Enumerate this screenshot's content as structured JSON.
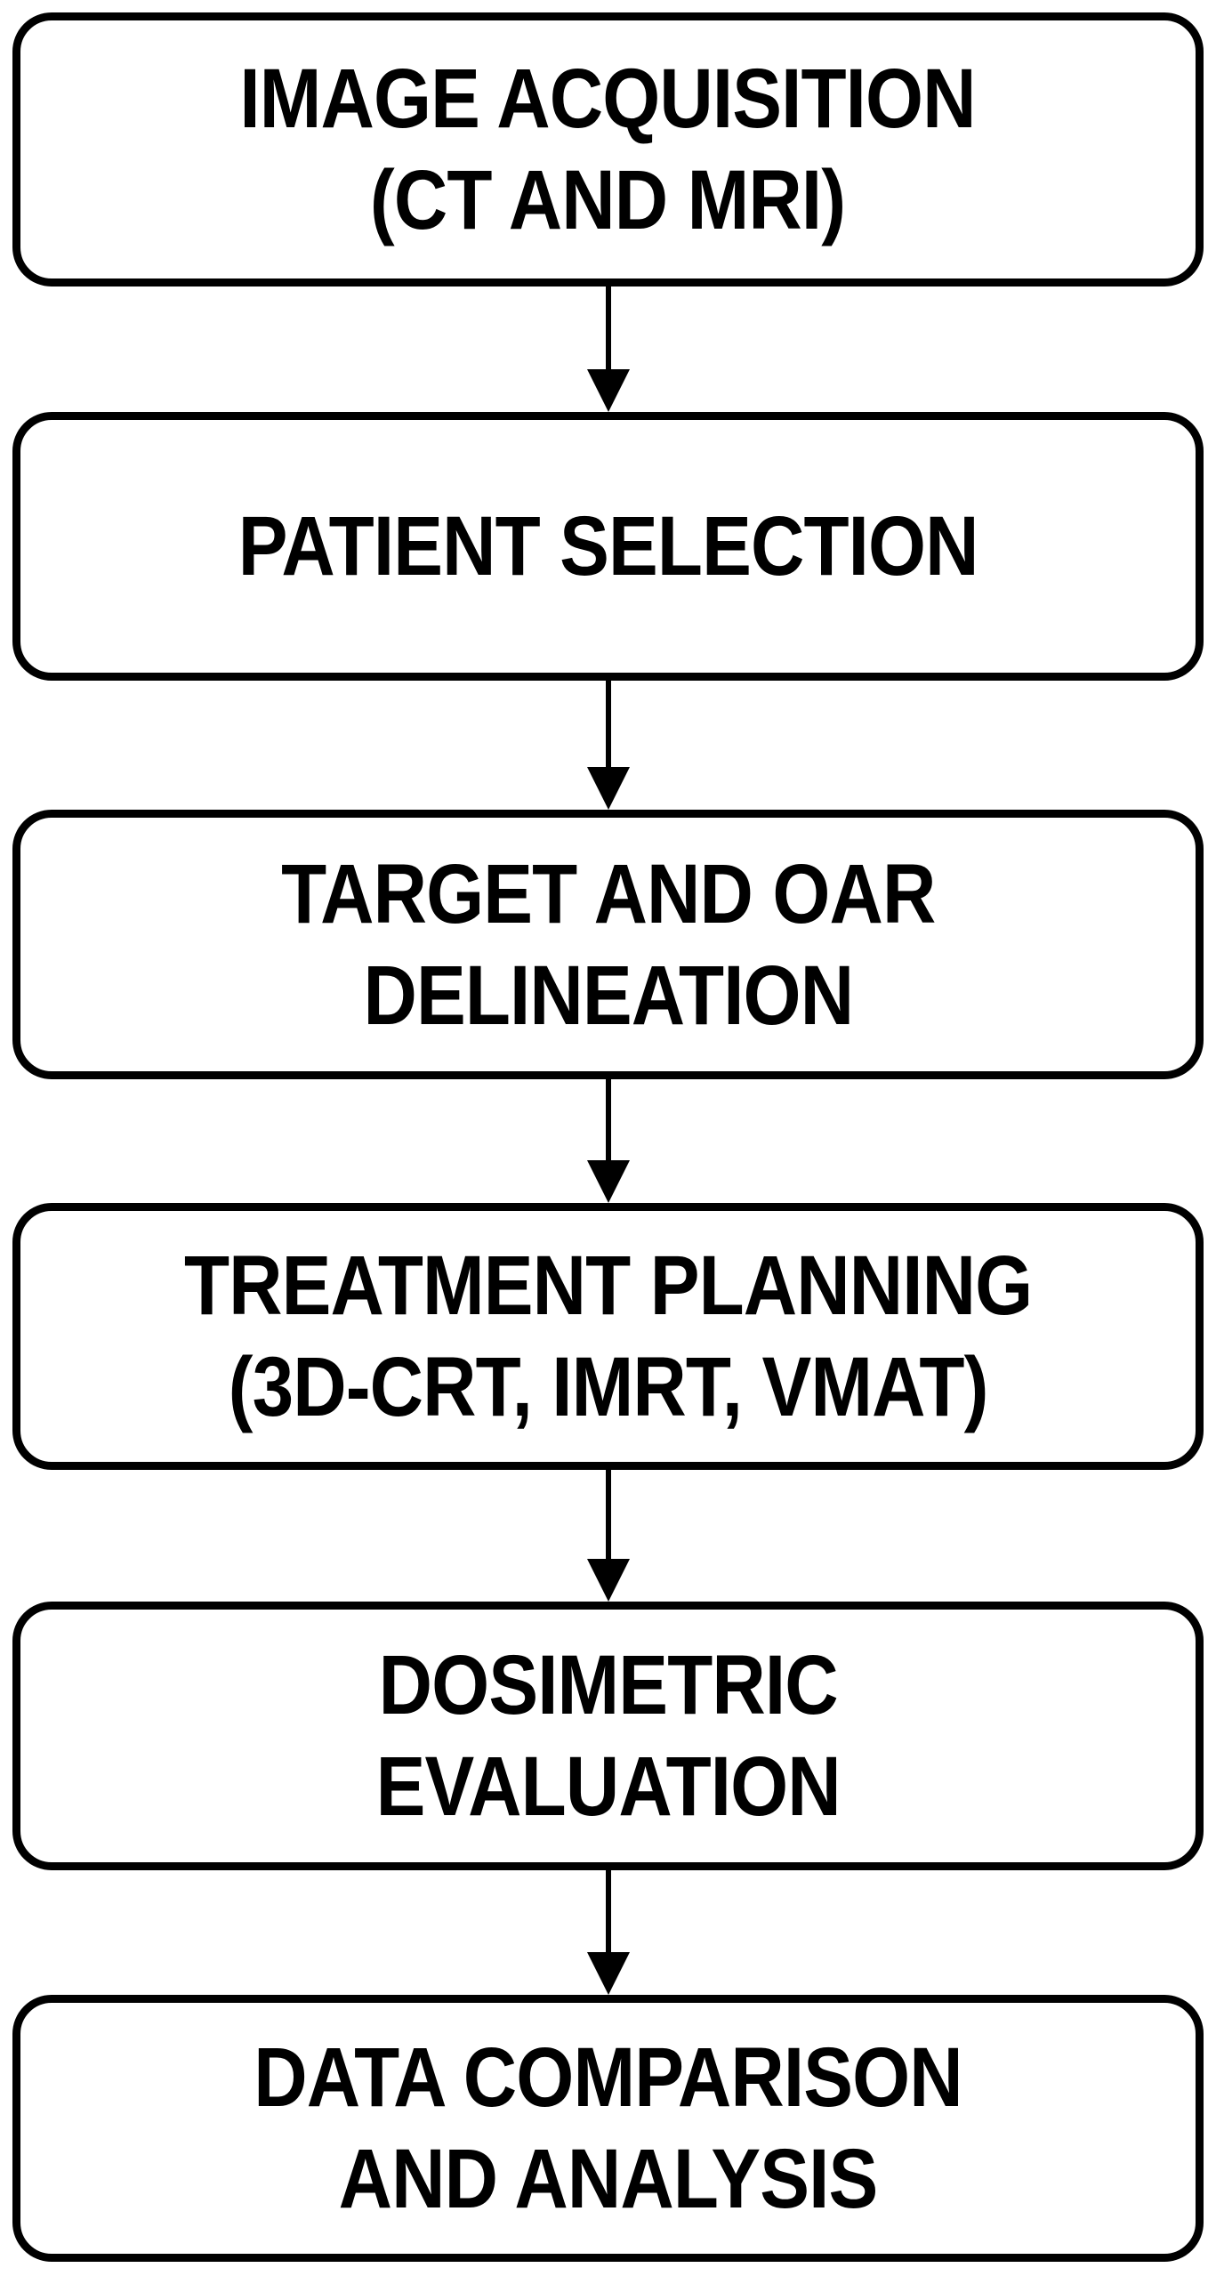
{
  "diagram": {
    "type": "flowchart",
    "direction": "top-to-bottom",
    "colors": {
      "background": "#ffffff",
      "node_fill": "#ffffff",
      "node_border": "#000000",
      "text": "#000000",
      "arrow": "#000000"
    },
    "nodes": [
      {
        "id": "image-acquisition",
        "line1": "IMAGE ACQUISITION",
        "line2": "(CT AND MRI)"
      },
      {
        "id": "patient-selection",
        "line1": "PATIENT SELECTION",
        "line2": ""
      },
      {
        "id": "target-oar-delineation",
        "line1": "TARGET AND OAR",
        "line2": "DELINEATION"
      },
      {
        "id": "treatment-planning",
        "line1": "TREATMENT PLANNING",
        "line2": "(3D-CRT, IMRT, VMAT)"
      },
      {
        "id": "dosimetric-evaluation",
        "line1": "DOSIMETRIC",
        "line2": "EVALUATION"
      },
      {
        "id": "data-comparison-analysis",
        "line1": "DATA COMPARISON",
        "line2": "AND ANALYSIS"
      }
    ],
    "edges": [
      {
        "from": "image-acquisition",
        "to": "patient-selection"
      },
      {
        "from": "patient-selection",
        "to": "target-oar-delineation"
      },
      {
        "from": "target-oar-delineation",
        "to": "treatment-planning"
      },
      {
        "from": "treatment-planning",
        "to": "dosimetric-evaluation"
      },
      {
        "from": "dosimetric-evaluation",
        "to": "data-comparison-analysis"
      }
    ]
  }
}
